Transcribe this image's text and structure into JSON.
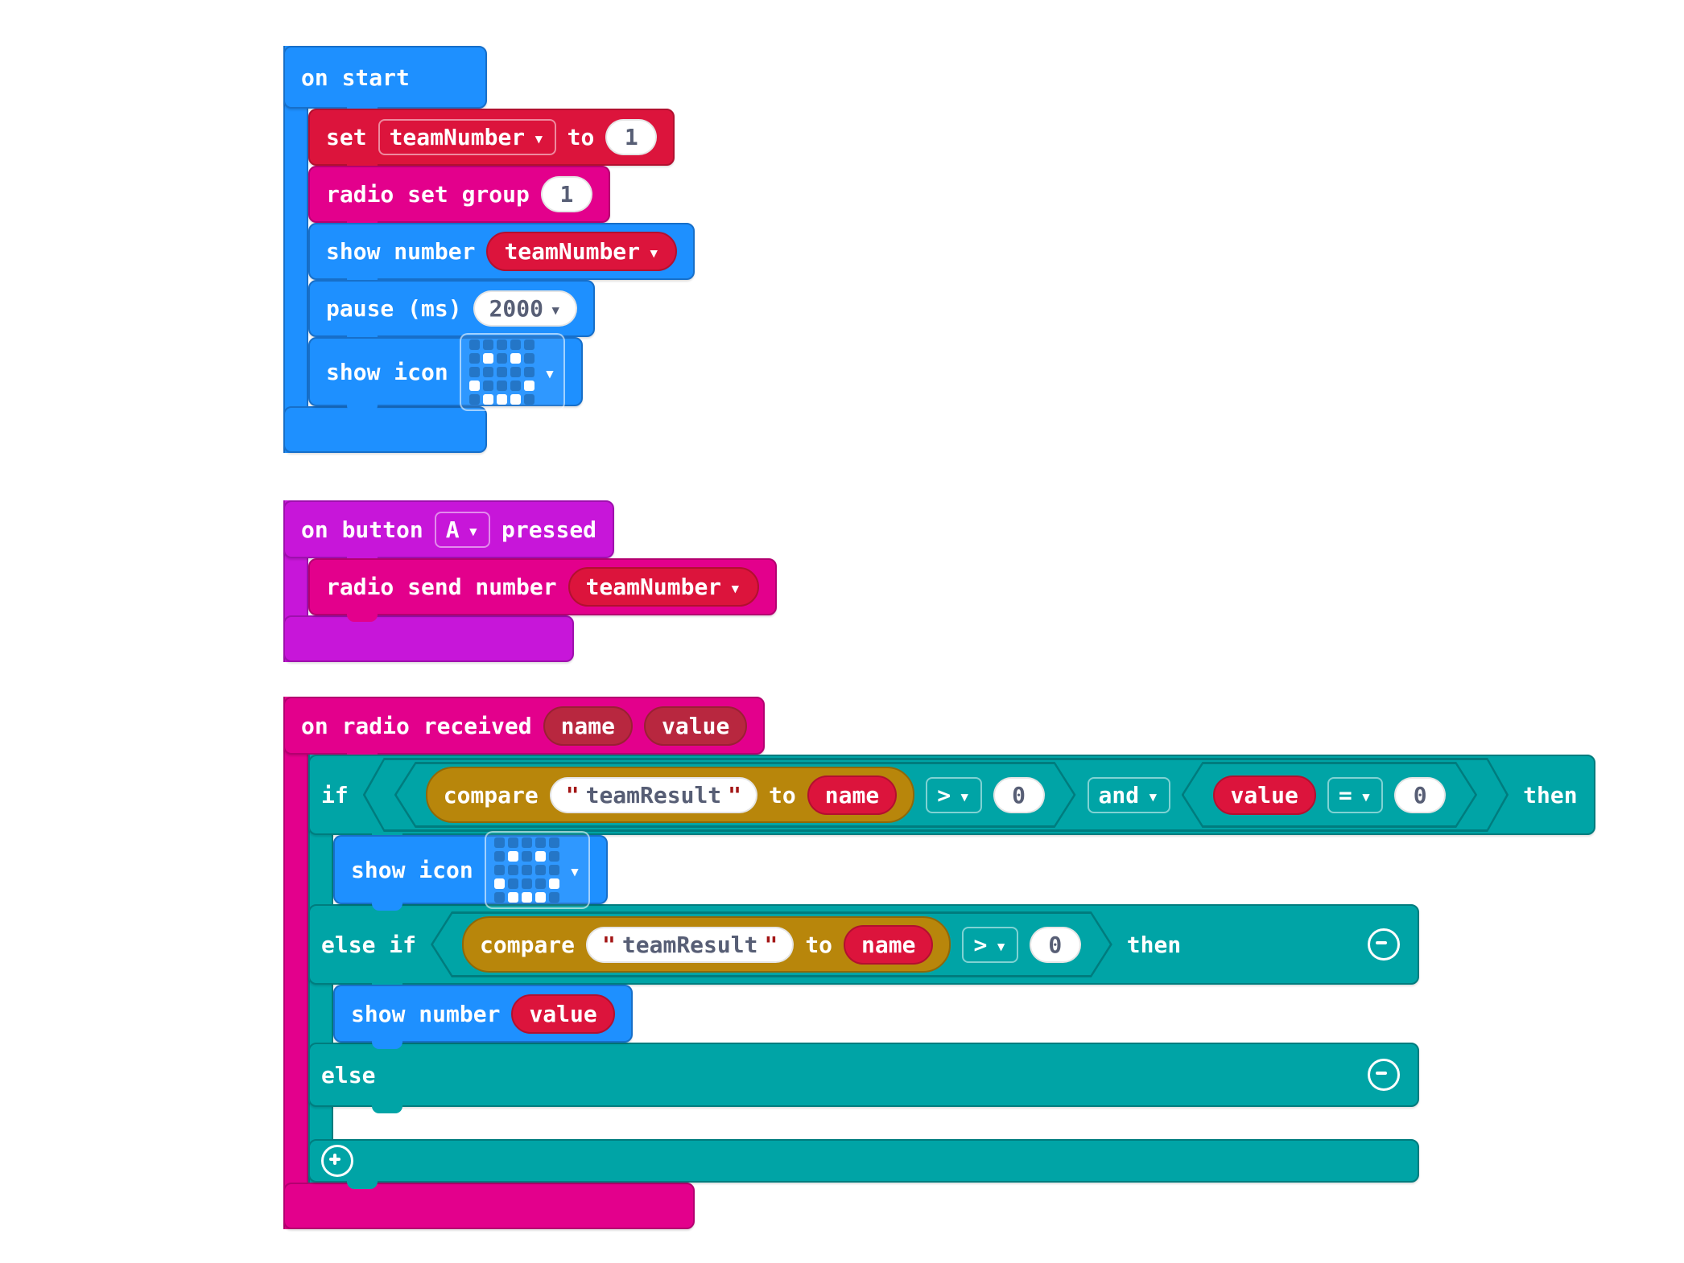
{
  "colors": {
    "basic_blue": "#1E90FF",
    "variables_red": "#DC143C",
    "radio_pink": "#E3008C",
    "input_magenta": "#C716D9",
    "logic_teal": "#00A4A6",
    "text_gold": "#B8860B",
    "field_text": "#575E75",
    "quote_red": "#A31515"
  },
  "onStart": {
    "hat": "on start",
    "set": {
      "kw": "set",
      "variable": "teamNumber",
      "to": "to",
      "value": "1"
    },
    "radioSetGroup": {
      "label": "radio set group",
      "value": "1"
    },
    "showNumber": {
      "label": "show number",
      "variable": "teamNumber"
    },
    "pause": {
      "label": "pause (ms)",
      "value": "2000"
    },
    "showIcon": {
      "label": "show icon",
      "iconName": "happy-face"
    }
  },
  "onButton": {
    "prefix": "on button",
    "button": "A",
    "suffix": "pressed",
    "radioSend": {
      "label": "radio send number",
      "variable": "teamNumber"
    }
  },
  "onRadio": {
    "hat": "on radio received",
    "params": {
      "name": "name",
      "value": "value"
    },
    "ifBlock": {
      "if": "if",
      "then": "then",
      "elseIf": "else if",
      "else": "else",
      "and": "and",
      "quote": "\"",
      "cond1": {
        "compare": "compare",
        "string": "teamResult",
        "to": "to",
        "var": "name",
        "op": ">",
        "rhs": "0"
      },
      "cond2": {
        "var": "value",
        "op": "=",
        "rhs": "0"
      },
      "cond3": {
        "compare": "compare",
        "string": "teamResult",
        "to": "to",
        "var": "name",
        "op": ">",
        "rhs": "0"
      },
      "showIcon": {
        "label": "show icon",
        "iconName": "happy-face"
      },
      "showNumber": {
        "label": "show number",
        "variable": "value"
      }
    }
  },
  "icons": {
    "happyFace": [
      [
        0,
        0,
        0,
        0,
        0
      ],
      [
        0,
        1,
        0,
        1,
        0
      ],
      [
        0,
        0,
        0,
        0,
        0
      ],
      [
        1,
        0,
        0,
        0,
        1
      ],
      [
        0,
        1,
        1,
        1,
        0
      ]
    ]
  }
}
